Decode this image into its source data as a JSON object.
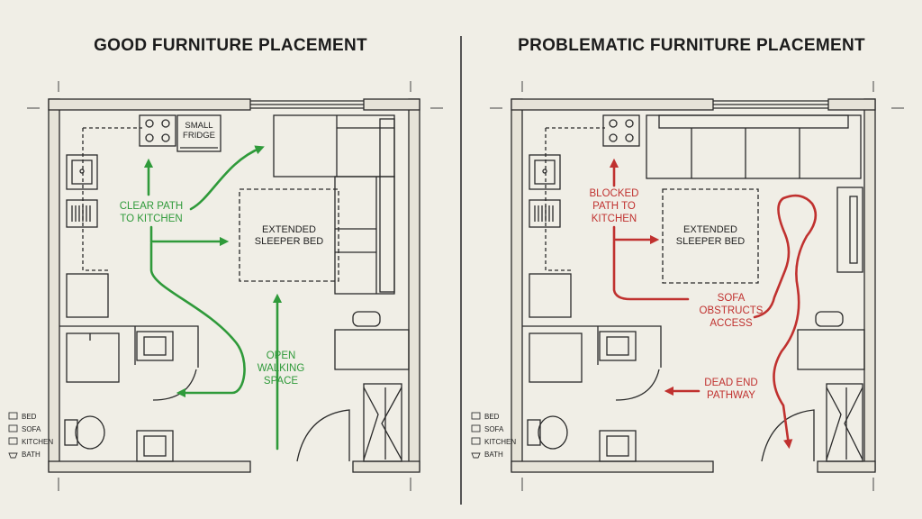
{
  "titles": {
    "left": "GOOD FURNITURE PLACEMENT",
    "right": "PROBLEMATIC FURNITURE PLACEMENT"
  },
  "left_plan": {
    "fridge_label": [
      "SMALL",
      "FRIDGE"
    ],
    "bed_label": [
      "EXTENDED",
      "SLEEPER BED"
    ],
    "path_label": [
      "CLEAR PATH",
      "TO KITCHEN"
    ],
    "walk_label": [
      "OPEN",
      "WALKING",
      "SPACE"
    ]
  },
  "right_plan": {
    "bed_label": [
      "EXTENDED",
      "SLEEPER BED"
    ],
    "blocked_label": [
      "BLOCKED",
      "PATH TO",
      "KITCHEN"
    ],
    "sofa_label": [
      "SOFA",
      "OBSTRUCTS",
      "ACCESS"
    ],
    "dead_label": [
      "DEAD END",
      "PATHWAY"
    ]
  },
  "legend": [
    "BED",
    "SOFA",
    "KITCHEN",
    "BATH"
  ],
  "colors": {
    "good": "#2f9a3a",
    "bad": "#c0312f",
    "ink": "#2a2a2a",
    "bg": "#f0eee6"
  }
}
